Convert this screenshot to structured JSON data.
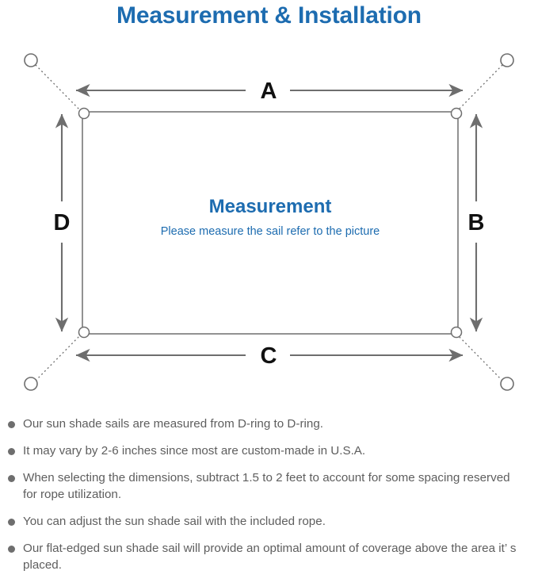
{
  "page": {
    "title": "Measurement & Installation",
    "accent_color": "#1d6cb0",
    "line_color": "#6e6e6e",
    "text_color": "#5e5e5e"
  },
  "diagram": {
    "center_title": "Measurement",
    "center_subtitle": "Please measure the sail refer to the picture",
    "dimension_labels": {
      "top": "A",
      "right": "B",
      "bottom": "C",
      "left": "D"
    },
    "corner_rings": [
      {
        "name": "d-ring-top-left"
      },
      {
        "name": "d-ring-top-right"
      },
      {
        "name": "d-ring-bottom-right"
      },
      {
        "name": "d-ring-bottom-left"
      }
    ],
    "anchor_points": [
      {
        "name": "anchor-top-left"
      },
      {
        "name": "anchor-top-right"
      },
      {
        "name": "anchor-bottom-right"
      },
      {
        "name": "anchor-bottom-left"
      }
    ]
  },
  "notes": [
    "Our sun shade sails are measured from D-ring to D-ring.",
    "It may vary by 2-6 inches since most are custom-made in U.S.A.",
    "When selecting the dimensions, subtract 1.5 to 2 feet to account for some spacing reserved for rope utilization.",
    "You can adjust the sun shade sail with the included rope.",
    "Our flat-edged sun shade sail will provide an optimal amount of coverage above the area it’ s placed."
  ]
}
